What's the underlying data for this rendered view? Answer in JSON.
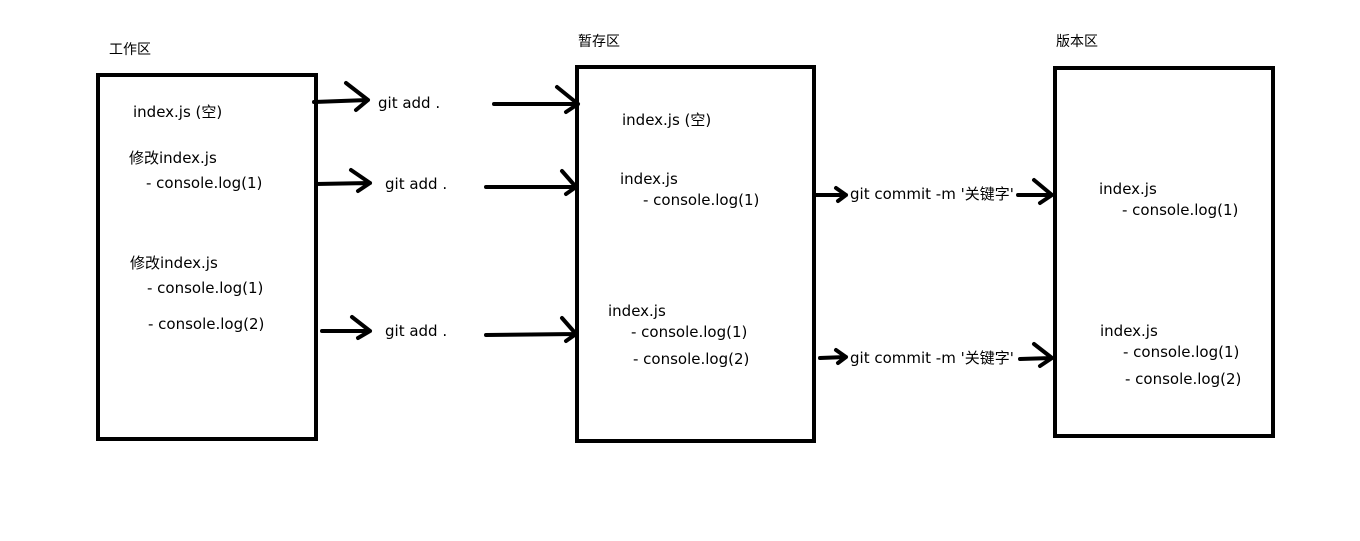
{
  "areas": {
    "working": "工作区",
    "staging": "暂存区",
    "repo": "版本区"
  },
  "working": {
    "file1": "index.js (空)",
    "mod1_title": "修改index.js",
    "mod1_line1": "- console.log(1)",
    "mod2_title": "修改index.js",
    "mod2_line1": "- console.log(1)",
    "mod2_line2": "- console.log(2)"
  },
  "staging": {
    "file1": "index.js (空)",
    "file2_title": "index.js",
    "file2_line1": "- console.log(1)",
    "file3_title": "index.js",
    "file3_line1": "- console.log(1)",
    "file3_line2": "- console.log(2)"
  },
  "repo": {
    "file1_title": "index.js",
    "file1_line1": "- console.log(1)",
    "file2_title": "index.js",
    "file2_line1": "- console.log(1)",
    "file2_line2": "- console.log(2)"
  },
  "commands": {
    "add1": "git add .",
    "add2": "git add .",
    "add3": "git add .",
    "commit1": "git commit -m '关键字'",
    "commit2": "git commit -m '关键字'"
  }
}
